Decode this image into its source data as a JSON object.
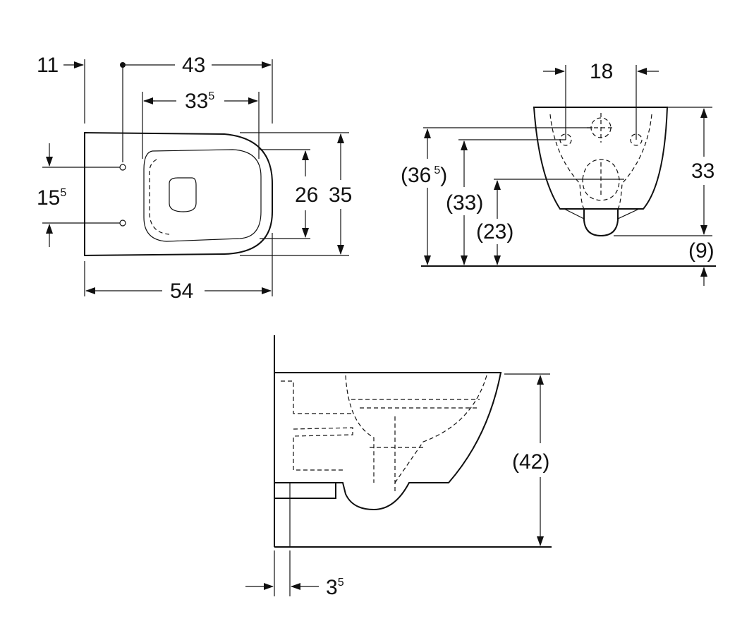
{
  "top_view": {
    "dim_11": "11",
    "dim_43": "43",
    "dim_33_base": "33",
    "dim_33_sup": "5",
    "dim_26": "26",
    "dim_35": "35",
    "dim_15_base": "15",
    "dim_15_sup": "5",
    "dim_54": "54"
  },
  "front_view": {
    "dim_18": "18",
    "dim_36_base": "(36",
    "dim_36_sup": "5",
    "dim_36_close": ")",
    "dim_33_paren": "(33)",
    "dim_23_paren": "(23)",
    "dim_33": "33",
    "dim_9_paren": "(9)"
  },
  "side_view": {
    "dim_42_paren": "(42)",
    "dim_3_base": "3",
    "dim_3_sup": "5"
  },
  "colors": {
    "line": "#111111",
    "background": "#ffffff"
  }
}
